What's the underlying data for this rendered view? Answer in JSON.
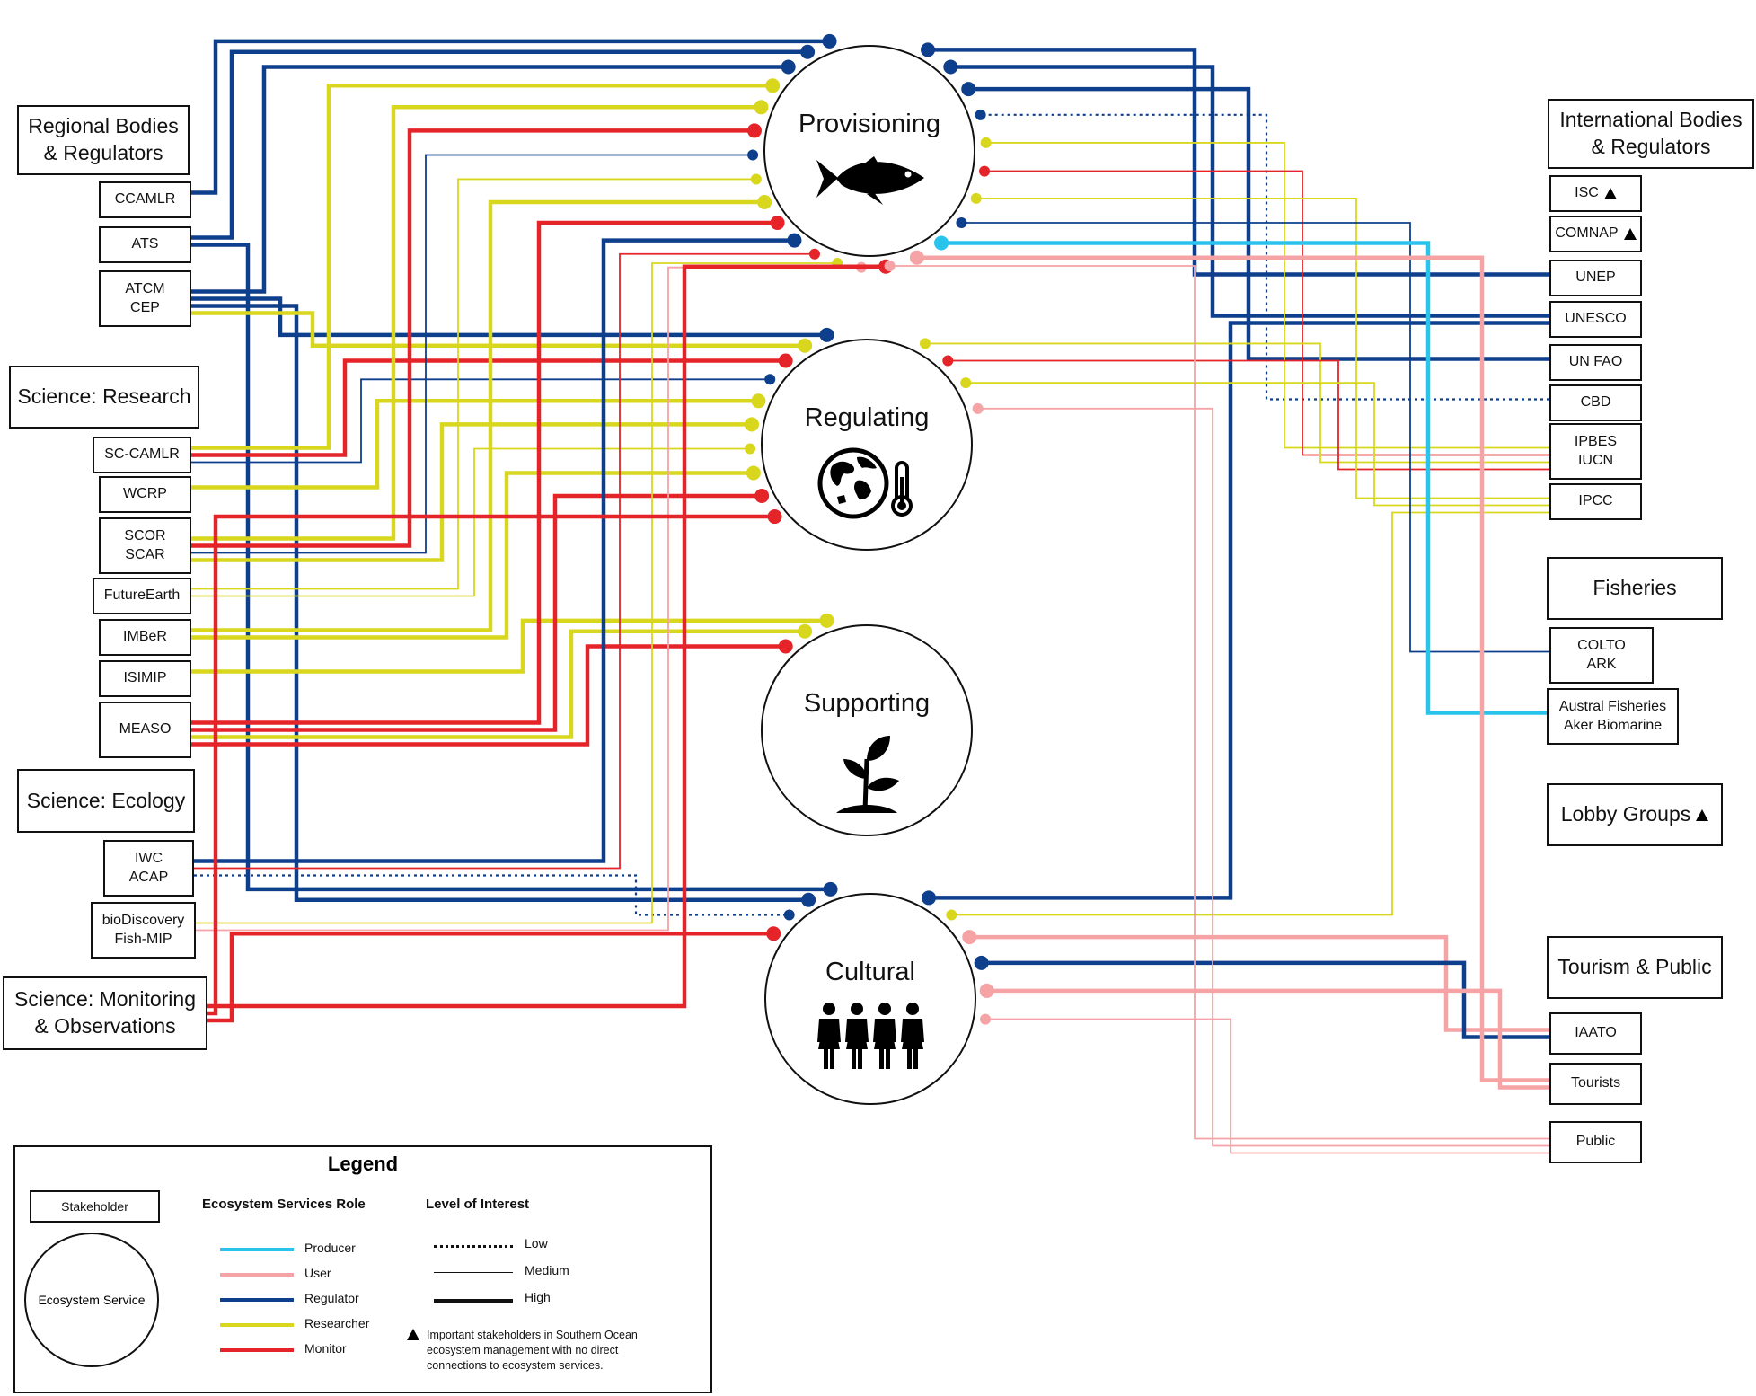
{
  "colors": {
    "producer": "#29C4EC",
    "user": "#F6A3A6",
    "regulator": "#0E3F8C",
    "researcher": "#D8D71E",
    "monitor": "#E52429"
  },
  "services": [
    {
      "id": "provisioning",
      "label": "Provisioning",
      "icon": "fish-icon"
    },
    {
      "id": "regulating",
      "label": "Regulating",
      "icon": "globe-thermometer-icon"
    },
    {
      "id": "supporting",
      "label": "Supporting",
      "icon": "plant-sprout-icon"
    },
    {
      "id": "cultural",
      "label": "Cultural",
      "icon": "people-group-icon"
    }
  ],
  "groups": [
    {
      "id": "regional",
      "label": "Regional Bodies\n& Regulators"
    },
    {
      "id": "sci_research",
      "label": "Science: Research"
    },
    {
      "id": "sci_ecology",
      "label": "Science: Ecology"
    },
    {
      "id": "sci_monitoring",
      "label": "Science: Monitoring\n& Observations"
    },
    {
      "id": "international",
      "label": "International Bodies\n& Regulators"
    },
    {
      "id": "fisheries",
      "label": "Fisheries"
    },
    {
      "id": "lobby",
      "label": "Lobby Groups",
      "flag": true
    },
    {
      "id": "tourism",
      "label": "Tourism & Public"
    }
  ],
  "stakeholders": [
    {
      "id": "ccamlr",
      "label": "CCAMLR"
    },
    {
      "id": "ats",
      "label": "ATS"
    },
    {
      "id": "atcm",
      "label": "ATCM\nCEP"
    },
    {
      "id": "sccamlr",
      "label": "SC-CAMLR"
    },
    {
      "id": "wcrp",
      "label": "WCRP"
    },
    {
      "id": "scor",
      "label": "SCOR\nSCAR"
    },
    {
      "id": "futureearth",
      "label": "FutureEarth"
    },
    {
      "id": "imber",
      "label": "IMBeR"
    },
    {
      "id": "isimip",
      "label": "ISIMIP"
    },
    {
      "id": "measo",
      "label": "MEASO"
    },
    {
      "id": "iwc",
      "label": "IWC\nACAP"
    },
    {
      "id": "biodiscovery",
      "label": "bioDiscovery\nFish-MIP"
    },
    {
      "id": "isc",
      "label": "ISC",
      "flag": true
    },
    {
      "id": "comnap",
      "label": "COMNAP",
      "flag": true
    },
    {
      "id": "unep",
      "label": "UNEP"
    },
    {
      "id": "unesco",
      "label": "UNESCO"
    },
    {
      "id": "unfao",
      "label": "UN FAO"
    },
    {
      "id": "cbd",
      "label": "CBD"
    },
    {
      "id": "ipbes",
      "label": "IPBES\nIUCN"
    },
    {
      "id": "ipcc",
      "label": "IPCC"
    },
    {
      "id": "colto",
      "label": "COLTO\nARK"
    },
    {
      "id": "austral",
      "label": "Austral Fisheries\nAker Biomarine"
    },
    {
      "id": "iaato",
      "label": "IAATO"
    },
    {
      "id": "tourists",
      "label": "Tourists"
    },
    {
      "id": "public",
      "label": "Public"
    }
  ],
  "links": [
    {
      "from": "ccamlr",
      "to": "provisioning",
      "role": "regulator",
      "level": "high"
    },
    {
      "from": "ats",
      "to": "provisioning",
      "role": "regulator",
      "level": "high"
    },
    {
      "from": "ats",
      "to": "cultural",
      "role": "regulator",
      "level": "high"
    },
    {
      "from": "atcm",
      "to": "provisioning",
      "role": "regulator",
      "level": "high"
    },
    {
      "from": "atcm",
      "to": "regulating",
      "role": "regulator",
      "level": "high"
    },
    {
      "from": "atcm",
      "to": "cultural",
      "role": "regulator",
      "level": "high"
    },
    {
      "from": "atcm",
      "to": "regulating",
      "role": "researcher",
      "level": "high"
    },
    {
      "from": "sccamlr",
      "to": "provisioning",
      "role": "researcher",
      "level": "high"
    },
    {
      "from": "sccamlr",
      "to": "regulating",
      "role": "monitor",
      "level": "high"
    },
    {
      "from": "sccamlr",
      "to": "regulating",
      "role": "regulator",
      "level": "medium"
    },
    {
      "from": "wcrp",
      "to": "regulating",
      "role": "researcher",
      "level": "high"
    },
    {
      "from": "scor",
      "to": "provisioning",
      "role": "researcher",
      "level": "high"
    },
    {
      "from": "scor",
      "to": "provisioning",
      "role": "monitor",
      "level": "high"
    },
    {
      "from": "scor",
      "to": "provisioning",
      "role": "regulator",
      "level": "medium"
    },
    {
      "from": "scor",
      "to": "regulating",
      "role": "researcher",
      "level": "high"
    },
    {
      "from": "futureearth",
      "to": "provisioning",
      "role": "researcher",
      "level": "medium"
    },
    {
      "from": "futureearth",
      "to": "regulating",
      "role": "researcher",
      "level": "medium"
    },
    {
      "from": "imber",
      "to": "provisioning",
      "role": "researcher",
      "level": "high"
    },
    {
      "from": "imber",
      "to": "regulating",
      "role": "researcher",
      "level": "high"
    },
    {
      "from": "isimip",
      "to": "supporting",
      "role": "researcher",
      "level": "high"
    },
    {
      "from": "measo",
      "to": "provisioning",
      "role": "monitor",
      "level": "high"
    },
    {
      "from": "measo",
      "to": "regulating",
      "role": "monitor",
      "level": "high"
    },
    {
      "from": "measo",
      "to": "supporting",
      "role": "researcher",
      "level": "high"
    },
    {
      "from": "measo",
      "to": "supporting",
      "role": "monitor",
      "level": "high"
    },
    {
      "from": "iwc",
      "to": "provisioning",
      "role": "regulator",
      "level": "high"
    },
    {
      "from": "iwc",
      "to": "provisioning",
      "role": "monitor",
      "level": "medium"
    },
    {
      "from": "iwc",
      "to": "cultural",
      "role": "regulator",
      "level": "low"
    },
    {
      "from": "biodiscovery",
      "to": "provisioning",
      "role": "researcher",
      "level": "medium"
    },
    {
      "from": "biodiscovery",
      "to": "provisioning",
      "role": "user",
      "level": "medium"
    },
    {
      "from": "sci_monitoring",
      "to": "provisioning",
      "role": "monitor",
      "level": "high"
    },
    {
      "from": "sci_monitoring",
      "to": "regulating",
      "role": "monitor",
      "level": "high"
    },
    {
      "from": "sci_monitoring",
      "to": "cultural",
      "role": "monitor",
      "level": "high"
    },
    {
      "from": "unep",
      "to": "provisioning",
      "role": "regulator",
      "level": "high"
    },
    {
      "from": "unesco",
      "to": "provisioning",
      "role": "regulator",
      "level": "high"
    },
    {
      "from": "unesco",
      "to": "cultural",
      "role": "regulator",
      "level": "high"
    },
    {
      "from": "unfao",
      "to": "provisioning",
      "role": "regulator",
      "level": "high"
    },
    {
      "from": "cbd",
      "to": "provisioning",
      "role": "regulator",
      "level": "low"
    },
    {
      "from": "ipbes",
      "to": "provisioning",
      "role": "researcher",
      "level": "medium"
    },
    {
      "from": "ipbes",
      "to": "provisioning",
      "role": "monitor",
      "level": "medium"
    },
    {
      "from": "ipbes",
      "to": "regulating",
      "role": "researcher",
      "level": "medium"
    },
    {
      "from": "ipbes",
      "to": "regulating",
      "role": "monitor",
      "level": "medium"
    },
    {
      "from": "ipcc",
      "to": "provisioning",
      "role": "researcher",
      "level": "medium"
    },
    {
      "from": "ipcc",
      "to": "regulating",
      "role": "researcher",
      "level": "medium"
    },
    {
      "from": "ipcc",
      "to": "cultural",
      "role": "researcher",
      "level": "medium"
    },
    {
      "from": "colto",
      "to": "provisioning",
      "role": "regulator",
      "level": "medium"
    },
    {
      "from": "austral",
      "to": "provisioning",
      "role": "producer",
      "level": "high"
    },
    {
      "from": "iaato",
      "to": "cultural",
      "role": "user",
      "level": "high"
    },
    {
      "from": "iaato",
      "to": "cultural",
      "role": "regulator",
      "level": "high"
    },
    {
      "from": "tourists",
      "to": "provisioning",
      "role": "user",
      "level": "high"
    },
    {
      "from": "tourists",
      "to": "cultural",
      "role": "user",
      "level": "high"
    },
    {
      "from": "public",
      "to": "provisioning",
      "role": "user",
      "level": "medium"
    },
    {
      "from": "public",
      "to": "regulating",
      "role": "user",
      "level": "medium"
    },
    {
      "from": "public",
      "to": "cultural",
      "role": "user",
      "level": "medium"
    }
  ],
  "legend": {
    "title": "Legend",
    "stakeholder_label": "Stakeholder",
    "service_label": "Ecosystem Service",
    "roles_header": "Ecosystem Services Role",
    "roles": [
      {
        "label": "Producer",
        "color": "#29C4EC"
      },
      {
        "label": "User",
        "color": "#F6A3A6"
      },
      {
        "label": "Regulator",
        "color": "#0E3F8C"
      },
      {
        "label": "Researcher",
        "color": "#D8D71E"
      },
      {
        "label": "Monitor",
        "color": "#E52429"
      }
    ],
    "levels_header": "Level of Interest",
    "levels": [
      {
        "label": "Low"
      },
      {
        "label": "Medium"
      },
      {
        "label": "High"
      }
    ],
    "note": "Important stakeholders in Southern Ocean\necosystem management with no direct\nconnections to ecosystem services."
  }
}
